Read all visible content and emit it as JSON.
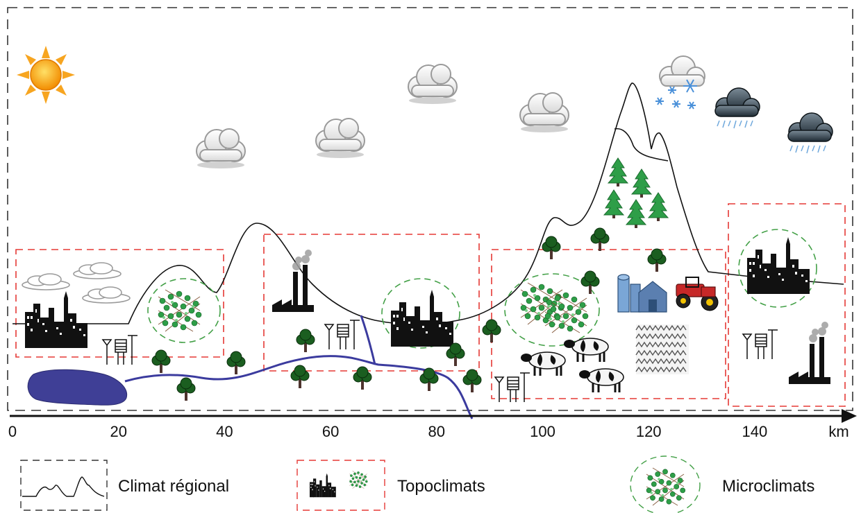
{
  "axis": {
    "ticks": [
      "0",
      "20",
      "40",
      "60",
      "80",
      "100",
      "120",
      "140"
    ],
    "unit": "km"
  },
  "legend": {
    "items": [
      {
        "label": "Climat régional",
        "symbol": "dashed-black-box-with-terrain-profile"
      },
      {
        "label": "Topoclimats",
        "symbol": "red-dashed-box-with-city-and-vegetation"
      },
      {
        "label": "Microclimats",
        "symbol": "green-dashed-circle-with-vegetation"
      }
    ]
  },
  "scene": {
    "region_border_color": "#333333",
    "topoclimate_color": "#e53935",
    "microclimate_color": "#43a047",
    "river_color": "#3b3b9e",
    "lake_color": "#3f3f96",
    "icons": [
      "sun-icon",
      "cloud-icon",
      "snow-cloud-icon",
      "rain-cloud-icon",
      "city-icon",
      "factory-icon",
      "tree-icon",
      "pine-icon",
      "cow-icon",
      "tractor-icon",
      "barn-silo-icon",
      "weather-station-icon",
      "crop-field-icon",
      "vegetation-patch-icon",
      "lake-icon",
      "river-icon"
    ]
  }
}
